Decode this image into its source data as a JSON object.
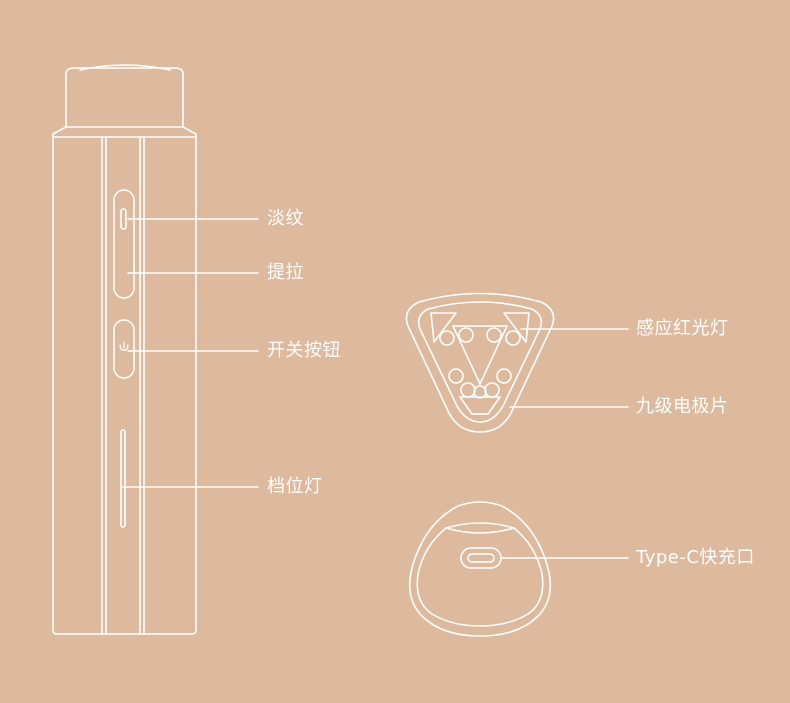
{
  "colors": {
    "background": "#ddb99d",
    "line": "#ffffff"
  },
  "labels": {
    "fine_lines": "淡纹",
    "lift": "提拉",
    "power_button": "开关按钮",
    "level_light": "档位灯",
    "sensor_red_light": "感应红光灯",
    "nine_level_electrodes": "九级电极片",
    "typec_port": "Type-C快充口"
  },
  "icons": {
    "power": "power-icon"
  }
}
